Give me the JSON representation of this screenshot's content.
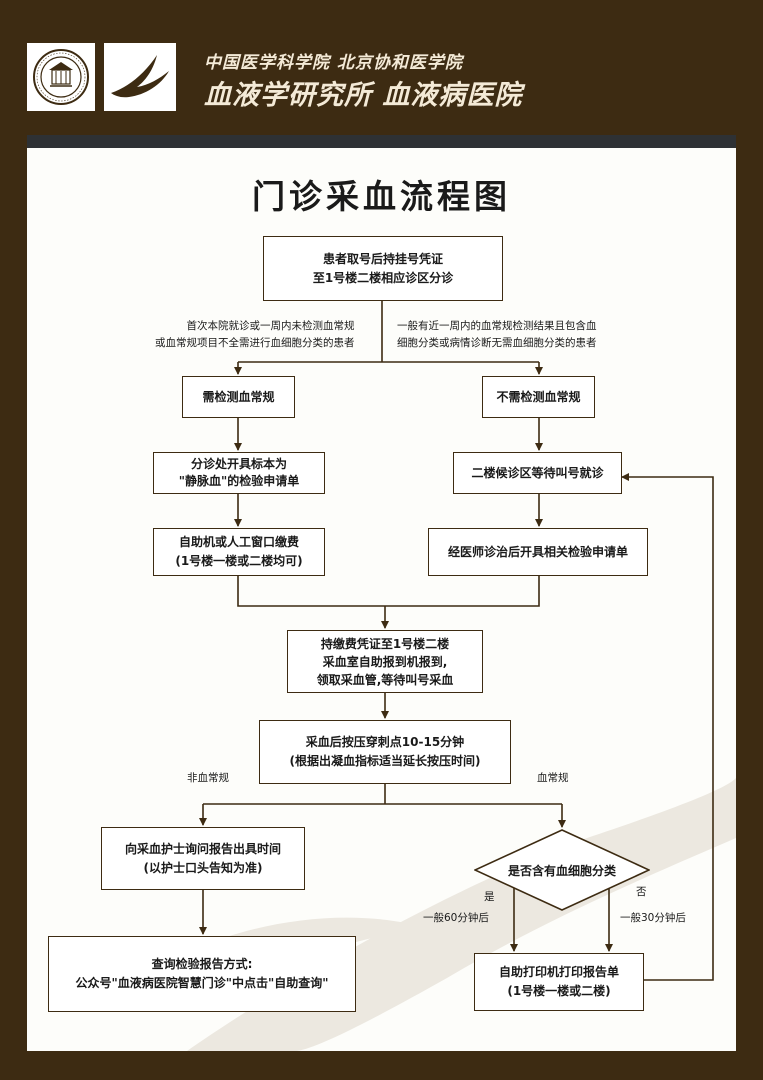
{
  "header": {
    "institutions": "中国医学科学院 北京协和医学院",
    "units": "血液学研究所 血液病医院",
    "logo_left_name": "seal-emblem",
    "logo_right_name": "swoosh-logo"
  },
  "title": "门诊采血流程图",
  "steps": {
    "start": [
      "患者取号后持挂号凭证",
      "至1号楼二楼相应诊区分诊"
    ],
    "need_test": [
      "需检测血常规"
    ],
    "no_test": [
      "不需检测血常规"
    ],
    "issue_form": [
      "分诊处开具标本为",
      "\"静脉血\"的检验申请单"
    ],
    "wait_call": [
      "二楼候诊区等待叫号就诊"
    ],
    "pay": [
      "自助机或人工窗口缴费",
      "(1号楼一楼或二楼均可)"
    ],
    "doctor_form": [
      "经医师诊治后开具相关检验申请单"
    ],
    "checkin": [
      "持缴费凭证至1号楼二楼",
      "采血室自助报到机报到,",
      "领取采血管,等待叫号采血"
    ],
    "press": [
      "采血后按压穿刺点10-15分钟",
      "(根据出凝血指标适当延长按压时间)"
    ],
    "ask_nurse": [
      "向采血护士询问报告出具时间",
      "(以护士口头告知为准)"
    ],
    "decision": "是否含有血细胞分类",
    "query": [
      "查询检验报告方式:",
      "公众号\"血液病医院智慧门诊\"中点击\"自助查询\""
    ],
    "print": [
      "自助打印机打印报告单",
      "(1号楼一楼或二楼)"
    ]
  },
  "labels": {
    "first_visit": [
      "首次本院就诊或一周内未检测血常规",
      "或血常规项目不全需进行血细胞分类的患者"
    ],
    "recent_test": [
      "一般有近一周内的血常规检测结果且包含血",
      "细胞分类或病情诊断无需血细胞分类的患者"
    ],
    "non_cbc": "非血常规",
    "cbc": "血常规",
    "yes": "是",
    "yes_time": "一般60分钟后",
    "no": "否",
    "no_time": "一般30分钟后"
  },
  "colors": {
    "frame": "#3d2b12",
    "panel": "#fdfdfa",
    "stripe": "#2e3134",
    "watermark": "#ece8e0",
    "text": "#1a1a1a"
  }
}
